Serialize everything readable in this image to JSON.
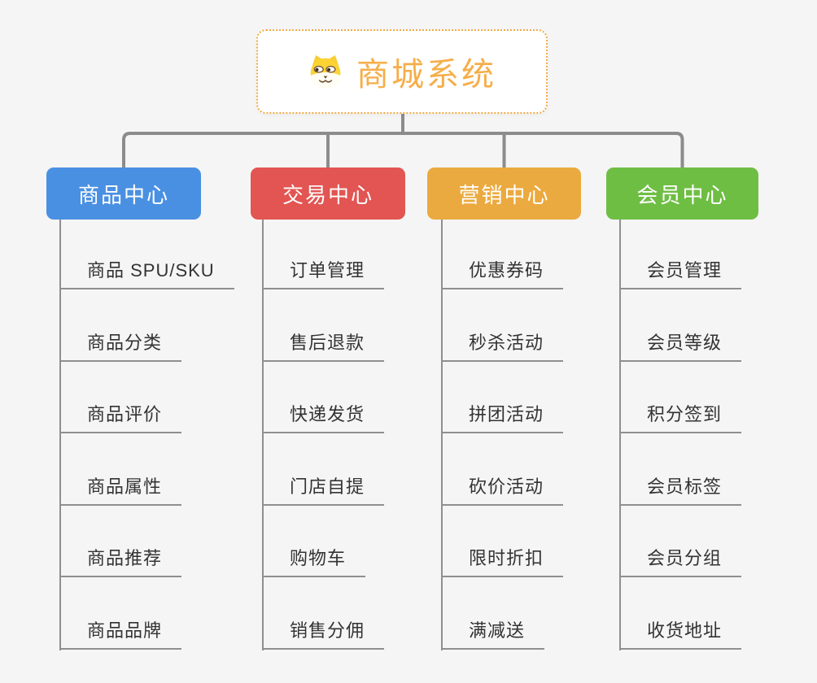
{
  "root": {
    "title": "商城系统",
    "icon": "dog-face-icon"
  },
  "branches": [
    {
      "label": "商品中心",
      "color": "#4A90E2",
      "children": [
        "商品 SPU/SKU",
        "商品分类",
        "商品评价",
        "商品属性",
        "商品推荐",
        "商品品牌"
      ]
    },
    {
      "label": "交易中心",
      "color": "#E25552",
      "children": [
        "订单管理",
        "售后退款",
        "快递发货",
        "门店自提",
        "购物车",
        "销售分佣"
      ]
    },
    {
      "label": "营销中心",
      "color": "#EBAA3F",
      "children": [
        "优惠券码",
        "秒杀活动",
        "拼团活动",
        "砍价活动",
        "限时折扣",
        "满减送"
      ]
    },
    {
      "label": "会员中心",
      "color": "#6FBE44",
      "children": [
        "会员管理",
        "会员等级",
        "积分签到",
        "会员标签",
        "会员分组",
        "收货地址"
      ]
    }
  ],
  "colors": {
    "background": "#F5F5F5",
    "connector": "#8C8C8C",
    "line": "#8F8F8F",
    "root_accent": "#F6AE49",
    "root_border": "#F0A943",
    "child_text": "#333333"
  }
}
